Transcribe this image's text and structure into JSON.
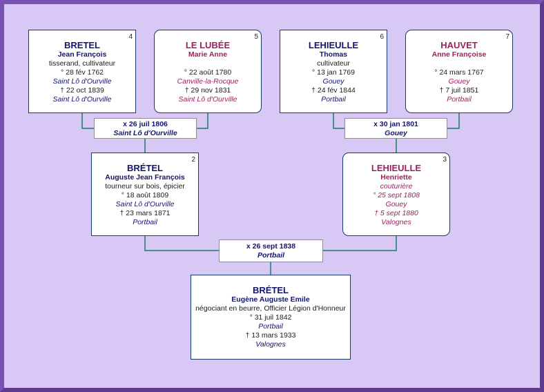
{
  "people": {
    "p4": {
      "num": "4",
      "surname": "BRETEL",
      "given": "Jean François",
      "occupation": "tisserand, cultivateur",
      "birth": "° 28 fév 1762",
      "birth_place": "Saint Lô d'Ourville",
      "death": "† 22 oct 1839",
      "death_place": "Saint Lô d'Ourville"
    },
    "p5": {
      "num": "5",
      "surname": "LE LUBÉE",
      "given": "Marie Anne",
      "occupation": "",
      "birth": "° 22 août 1780",
      "birth_place": "Canville-la-Rocque",
      "death": "† 29 nov 1831",
      "death_place": "Saint Lô d'Ourville"
    },
    "p6": {
      "num": "6",
      "surname": "LEHIEULLE",
      "given": "Thomas",
      "occupation": "cultivateur",
      "birth": "° 13 jan 1769",
      "birth_place": "Gouey",
      "death": "† 24 fév 1844",
      "death_place": "Portbail"
    },
    "p7": {
      "num": "7",
      "surname": "HAUVET",
      "given": "Anne Françoise",
      "occupation": "",
      "birth": "° 24 mars 1767",
      "birth_place": "Gouey",
      "death": "† 7 juil 1851",
      "death_place": "Portbail"
    },
    "p2": {
      "num": "2",
      "surname": "BRÉTEL",
      "given": "Auguste Jean François",
      "occupation": "tourneur sur bois, épicier",
      "birth": "° 18 août 1809",
      "birth_place": "Saint Lô d'Ourville",
      "death": "† 23 mars 1871",
      "death_place": "Portbail"
    },
    "p3": {
      "num": "3",
      "surname": "LEHIEULLE",
      "given": "Henriette",
      "occupation": "couturière",
      "birth": "° 25 sept 1808",
      "birth_place": "Gouey",
      "death": "† 5 sept 1880",
      "death_place": "Valognes"
    },
    "p1": {
      "surname": "BRÉTEL",
      "given": "Eugène Auguste Emile",
      "occupation": "négociant en beurre, Officier Légion d'Honneur",
      "birth": "° 31 juil 1842",
      "birth_place": "Portbail",
      "death": "† 13 mars 1933",
      "death_place": "Valognes"
    }
  },
  "marriages": {
    "m45": {
      "date": "x 26 juil 1806",
      "place": "Saint Lô d'Ourville"
    },
    "m67": {
      "date": "x 30 jan 1801",
      "place": "Gouey"
    },
    "m23": {
      "date": "x 26 sept 1838",
      "place": "Portbail"
    }
  },
  "colors": {
    "male": "#14146e",
    "female": "#9c1f5f",
    "connector": "#1a7a6a",
    "background": "#d7c8f5",
    "frame": "#7a52b3"
  }
}
